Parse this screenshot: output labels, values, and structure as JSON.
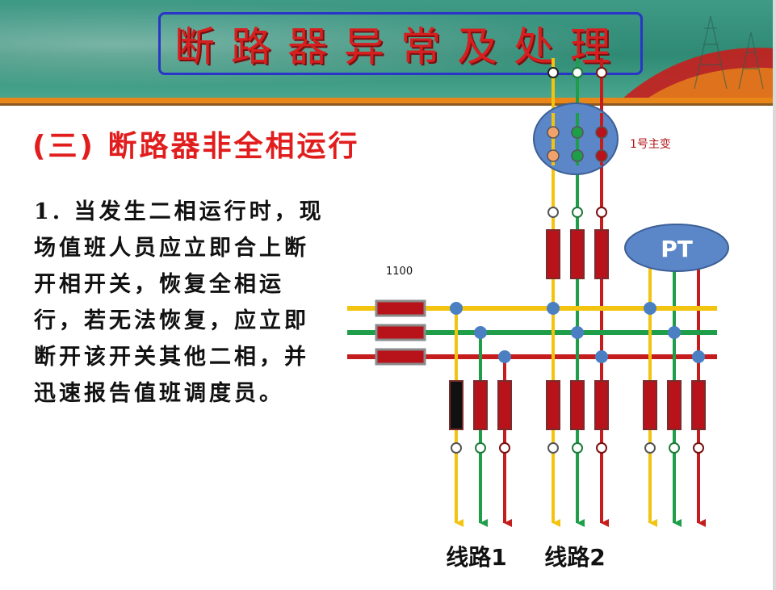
{
  "title": "断路器异常及处理",
  "subtitle": "(三) 断路器非全相运行",
  "body": "1. 当发生二相运行时，现场值班人员应立即合上断开相开关，恢复全相运行，若无法恢复，应立即断开该开关其他二相，并迅速报告值班调度员。",
  "diagram": {
    "transformer_label": "1号主变",
    "pt_label": "PT",
    "bus_breaker_label": "1100",
    "line1_label": "线路1",
    "line2_label": "线路2"
  },
  "colors": {
    "phase_a": "#f2c40f",
    "phase_b": "#1f9e4a",
    "phase_c": "#c51d1d",
    "breaker_closed": "#b8121b",
    "breaker_open": "#111111",
    "node": "#4a7fc1",
    "title": "#d62020",
    "title_border": "#2a35c8"
  }
}
